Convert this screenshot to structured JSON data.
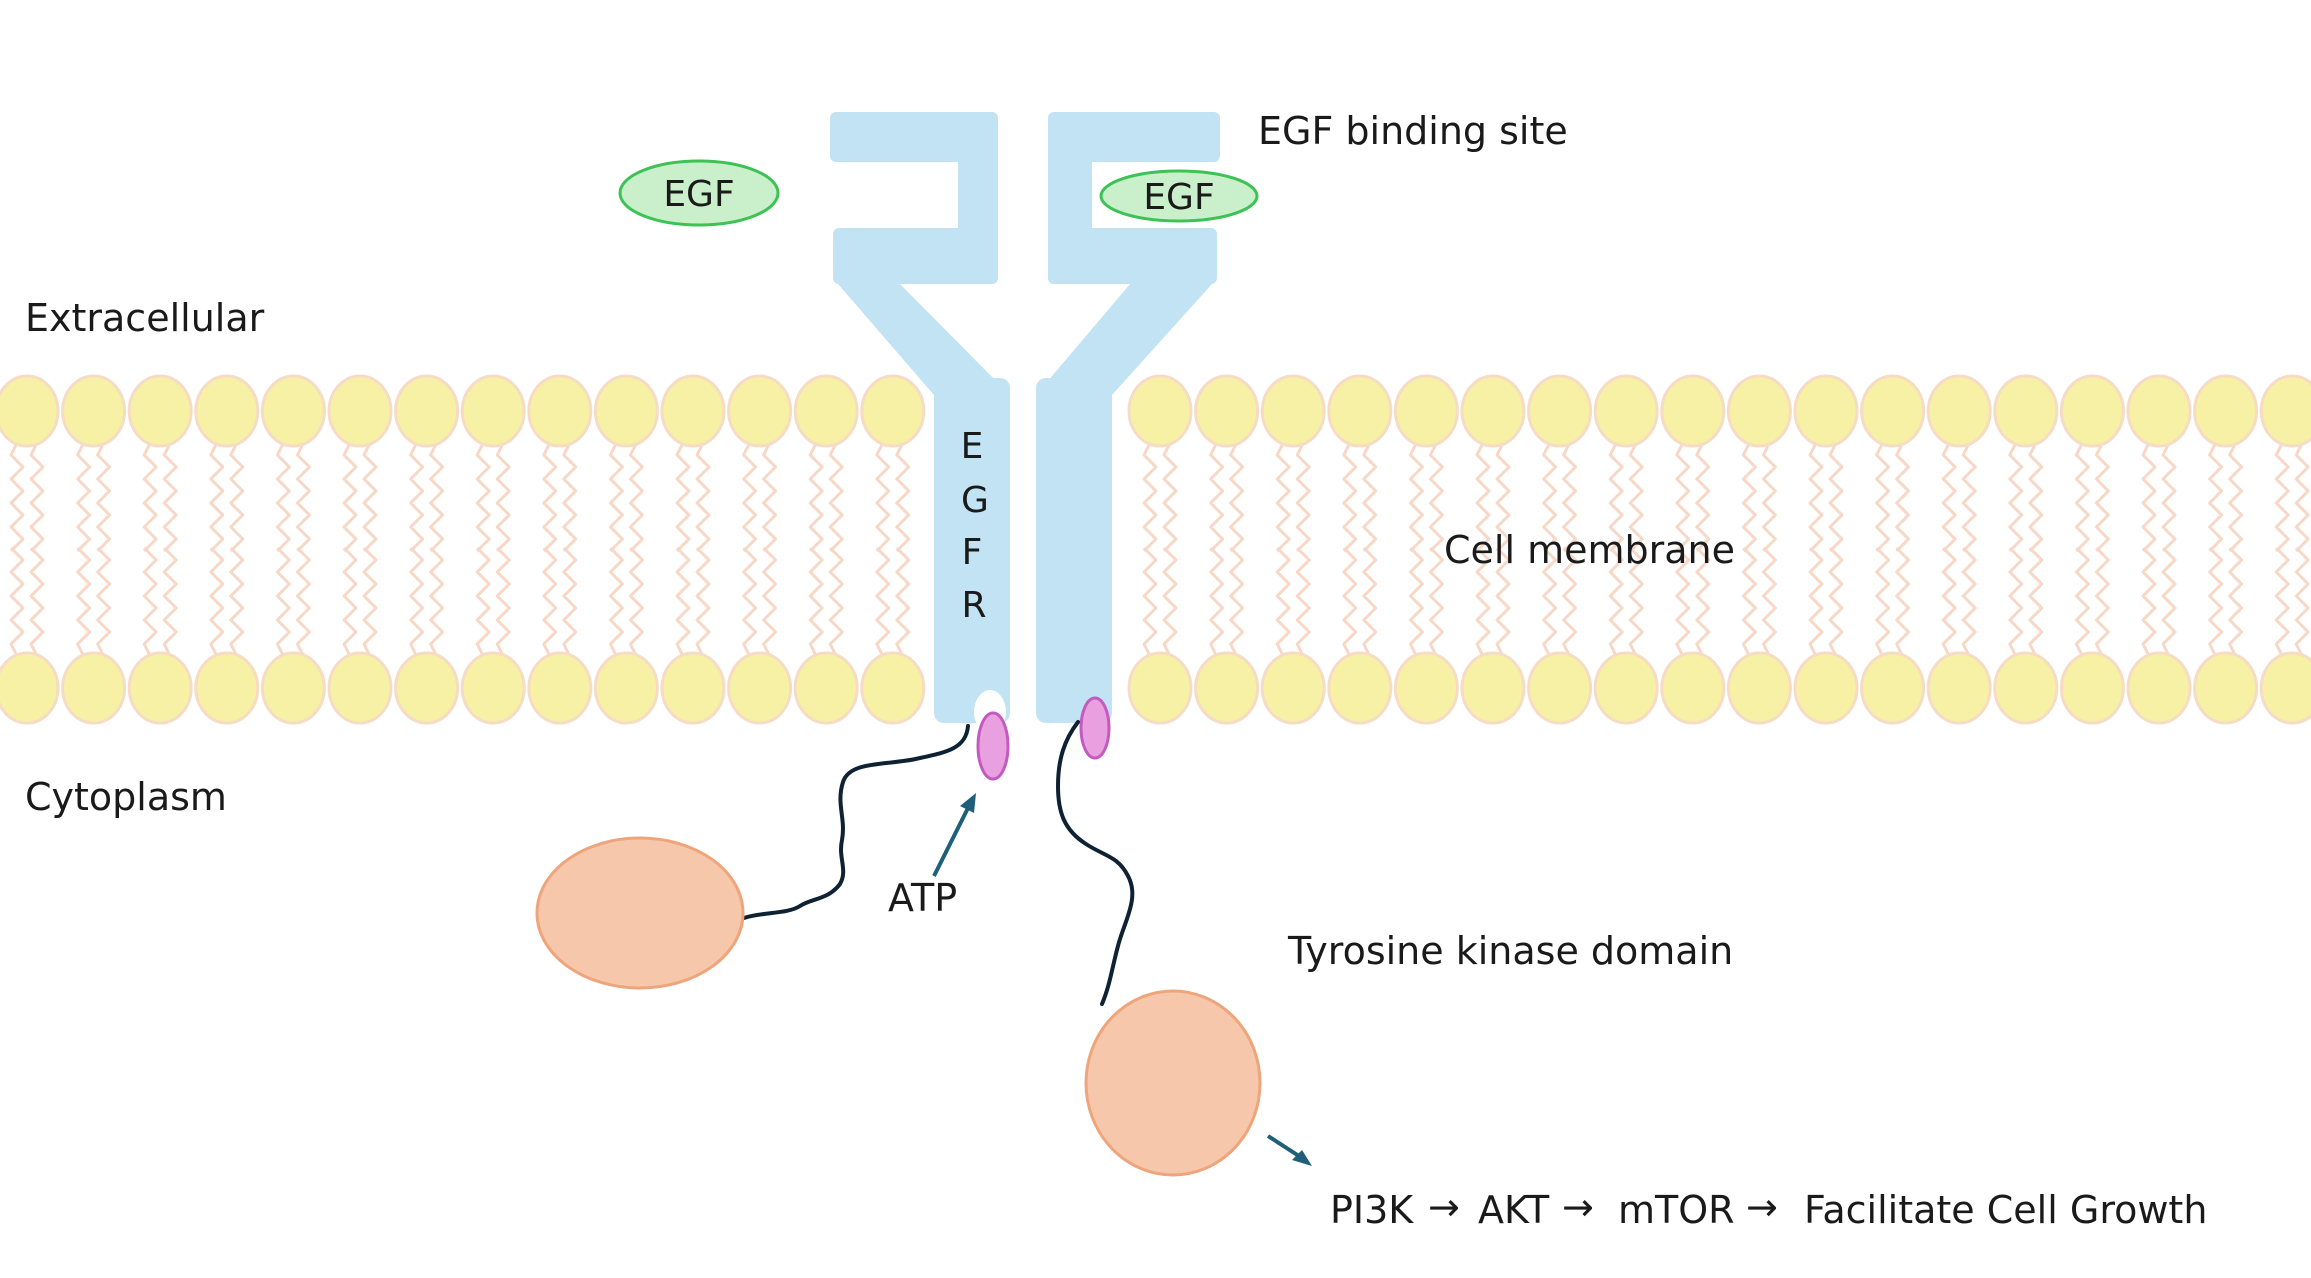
{
  "labels": {
    "extracellular": "Extracellular",
    "cytoplasm": "Cytoplasm",
    "cell_membrane": "Cell membrane",
    "egf_binding_site": "EGF binding site",
    "tyrosine_kinase_domain": "Tyrosine kinase domain",
    "atp": "ATP",
    "egf_left": "EGF",
    "egf_right": "EGF",
    "egfr_letters": [
      "E",
      "G",
      "F",
      "R"
    ],
    "pathway": {
      "step1": "PI3K",
      "step2": "AKT",
      "step3": "mTOR",
      "step4": "Facilitate Cell Growth",
      "arrow": "→"
    }
  },
  "colors": {
    "receptor": "#c2e3f4",
    "egf_fill": "#c9f0cb",
    "egf_stroke": "#3cc255",
    "lipid_head_fill": "#f6f1a4",
    "lipid_head_stroke": "#f7dcc5",
    "lipid_tail": "#f7d8c7",
    "phosphate_fill": "#e8a0e0",
    "phosphate_stroke": "#c45ac0",
    "kinase_fill": "#f6c7aa",
    "kinase_stroke": "#eea57c",
    "tether": "#0f2233",
    "arrow": "#1f5f7a"
  },
  "icons": {
    "pathway_arrow": "right-arrow-icon",
    "atp_arrow": "diagonal-arrow-icon"
  }
}
